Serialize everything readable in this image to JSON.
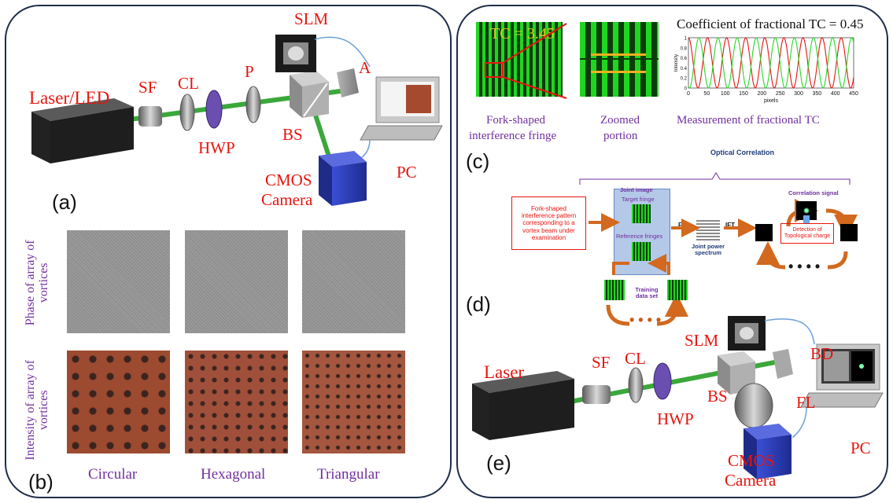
{
  "panel_a": {
    "letter": "(a)",
    "labels": {
      "laser": "Laser/LED",
      "sf": "SF",
      "cl": "CL",
      "hwp": "HWP",
      "p": "P",
      "bs": "BS",
      "slm": "SLM",
      "a": "A",
      "pc": "PC",
      "cmos_line1": "CMOS",
      "cmos_line2": "Camera"
    }
  },
  "panel_b": {
    "letter": "(b)",
    "row_labels": [
      "Phase of array of vortices",
      "Intensity of array of vortices"
    ],
    "column_labels": [
      "Circular",
      "Hexagonal",
      "Triangular"
    ],
    "colors": {
      "phase": "#8f8f8f",
      "intensity": "#9c4a30",
      "spot": "#3a2420"
    }
  },
  "panel_c": {
    "letter": "(c)",
    "tc_text": "TC = 3.45",
    "captions": {
      "fork_line1": "Fork-shaped",
      "fork_line2": "interference fringe",
      "zoom_line1": "Zoomed",
      "zoom_line2": "portion",
      "measure": "Measurement of fractional TC"
    },
    "plot_title": "Coefficient of fractional TC = 0.45",
    "colors": {
      "fringe_green": "#1fd61f",
      "fringe_dark": "#0b3b0b",
      "line_red": "#e8140e"
    }
  },
  "chart_data": {
    "type": "line",
    "title": "Coefficient of fractional TC = 0.45",
    "xlabel": "pixels",
    "ylabel": "Intensity",
    "xlim": [
      0,
      450
    ],
    "ylim": [
      0,
      1
    ],
    "x_ticks": [
      "0",
      "50",
      "100",
      "150",
      "200",
      "250",
      "300",
      "350",
      "400",
      "450"
    ],
    "y_ticks": [
      "0",
      "0.2",
      "0.4",
      "0.6",
      "0.8",
      "1"
    ],
    "series": [
      {
        "color": "#e8140e",
        "period": 52,
        "phase": 0
      },
      {
        "color": "#2bd62b",
        "period": 52,
        "phase": 0.45
      }
    ],
    "grid": false
  },
  "panel_d": {
    "letter": "(d)",
    "header": "Optical Correlation",
    "input_box": "Fork-shaped interference pattern corresponding to a vortex beam under examination",
    "joint_image": "Joint image",
    "target_fringe": "Target fringe",
    "reference_fringes": "Reference fringes",
    "training": "Training data set",
    "ft": "FT",
    "ift": "IFT",
    "jps": "Joint power spectrum",
    "correlation_signal": "Correlation signal",
    "detection": "Detection of Topological charge",
    "dots": "• • • •"
  },
  "panel_e": {
    "letter": "(e)",
    "labels": {
      "laser": "Laser",
      "sf": "SF",
      "cl": "CL",
      "hwp": "HWP",
      "bs": "BS",
      "slm": "SLM",
      "bd": "BD",
      "fl": "FL",
      "pc": "PC",
      "cmos_line1": "CMOS",
      "cmos_line2": "Camera"
    }
  }
}
